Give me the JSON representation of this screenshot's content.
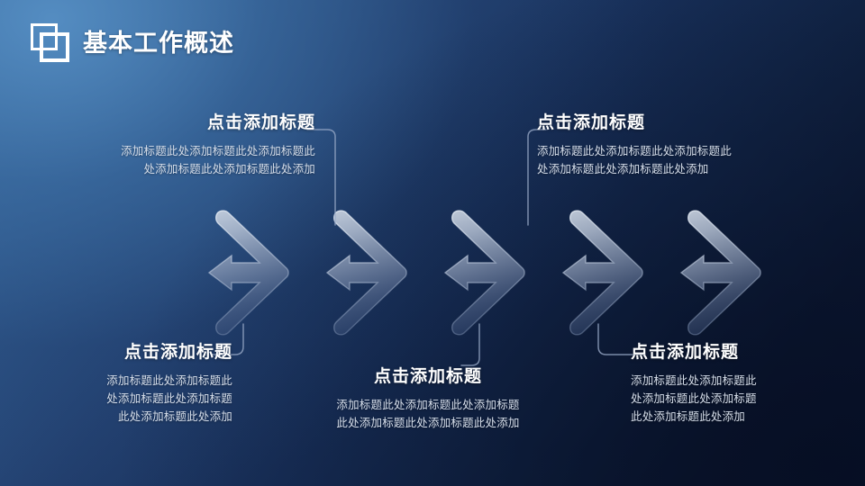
{
  "slide": {
    "background_light": "#37669a",
    "background_dark": "#0a1630",
    "title": "基本工作概述",
    "logo_icon": "layered-frames-icon"
  },
  "diagram": {
    "type": "chevron-process",
    "step_count": 5,
    "arrow_icon": "right-arrow-icon",
    "chevron_fill_top": "#b9c4d4",
    "chevron_fill_bottom": "#445a80",
    "connector_color": "#94a6c4"
  },
  "blocks": [
    {
      "id": "block-1",
      "position": "top-left",
      "title": "点击添加标题",
      "body": [
        "添加标题此处添加标题此处添加标题此",
        "处添加标题此处添加标题此处添加"
      ]
    },
    {
      "id": "block-2",
      "position": "top-right",
      "title": "点击添加标题",
      "body": [
        "添加标题此处添加标题此处添加标题此",
        "处添加标题此处添加标题此处添加"
      ]
    },
    {
      "id": "block-3",
      "position": "bottom-left",
      "title": "点击添加标题",
      "body": [
        "添加标题此处添加标题此",
        "处添加标题此处添加标题",
        "此处添加标题此处添加"
      ]
    },
    {
      "id": "block-4",
      "position": "bottom-center",
      "title": "点击添加标题",
      "body": [
        "添加标题此处添加标题此处添加标题",
        "此处添加标题此处添加标题此处添加"
      ]
    },
    {
      "id": "block-5",
      "position": "bottom-right",
      "title": "点击添加标题",
      "body": [
        "添加标题此处添加标题此",
        "处添加标题此处添加标题",
        "此处添加标题此处添加"
      ]
    }
  ]
}
